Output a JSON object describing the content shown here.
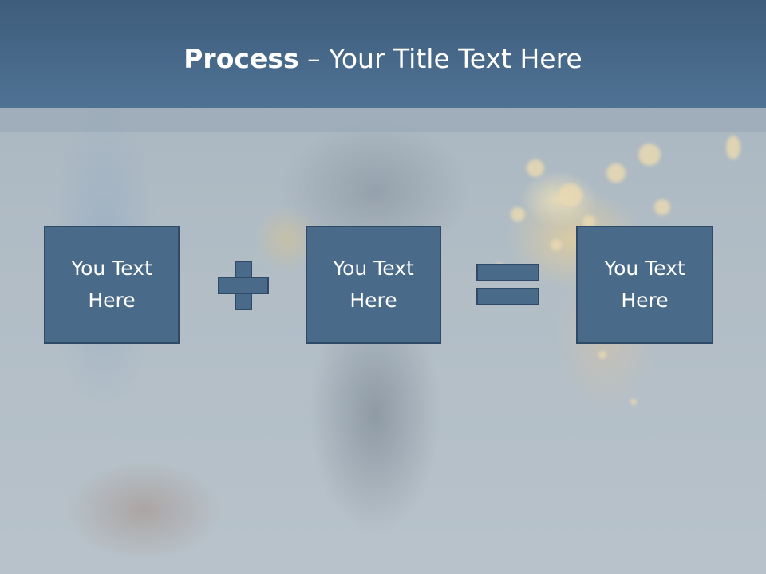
{
  "slide": {
    "title_bold": "Process",
    "title_rest": " – Your Title Text Here",
    "boxes": [
      {
        "text": "You Text Here"
      },
      {
        "text": "You Text Here"
      },
      {
        "text": "You Text Here"
      }
    ],
    "operators": [
      "plus-icon",
      "equals-icon"
    ]
  },
  "colors": {
    "banner": "#4a6d8f",
    "box_fill": "#4a6a8a",
    "box_border": "#2f4a66",
    "text": "#ffffff"
  }
}
